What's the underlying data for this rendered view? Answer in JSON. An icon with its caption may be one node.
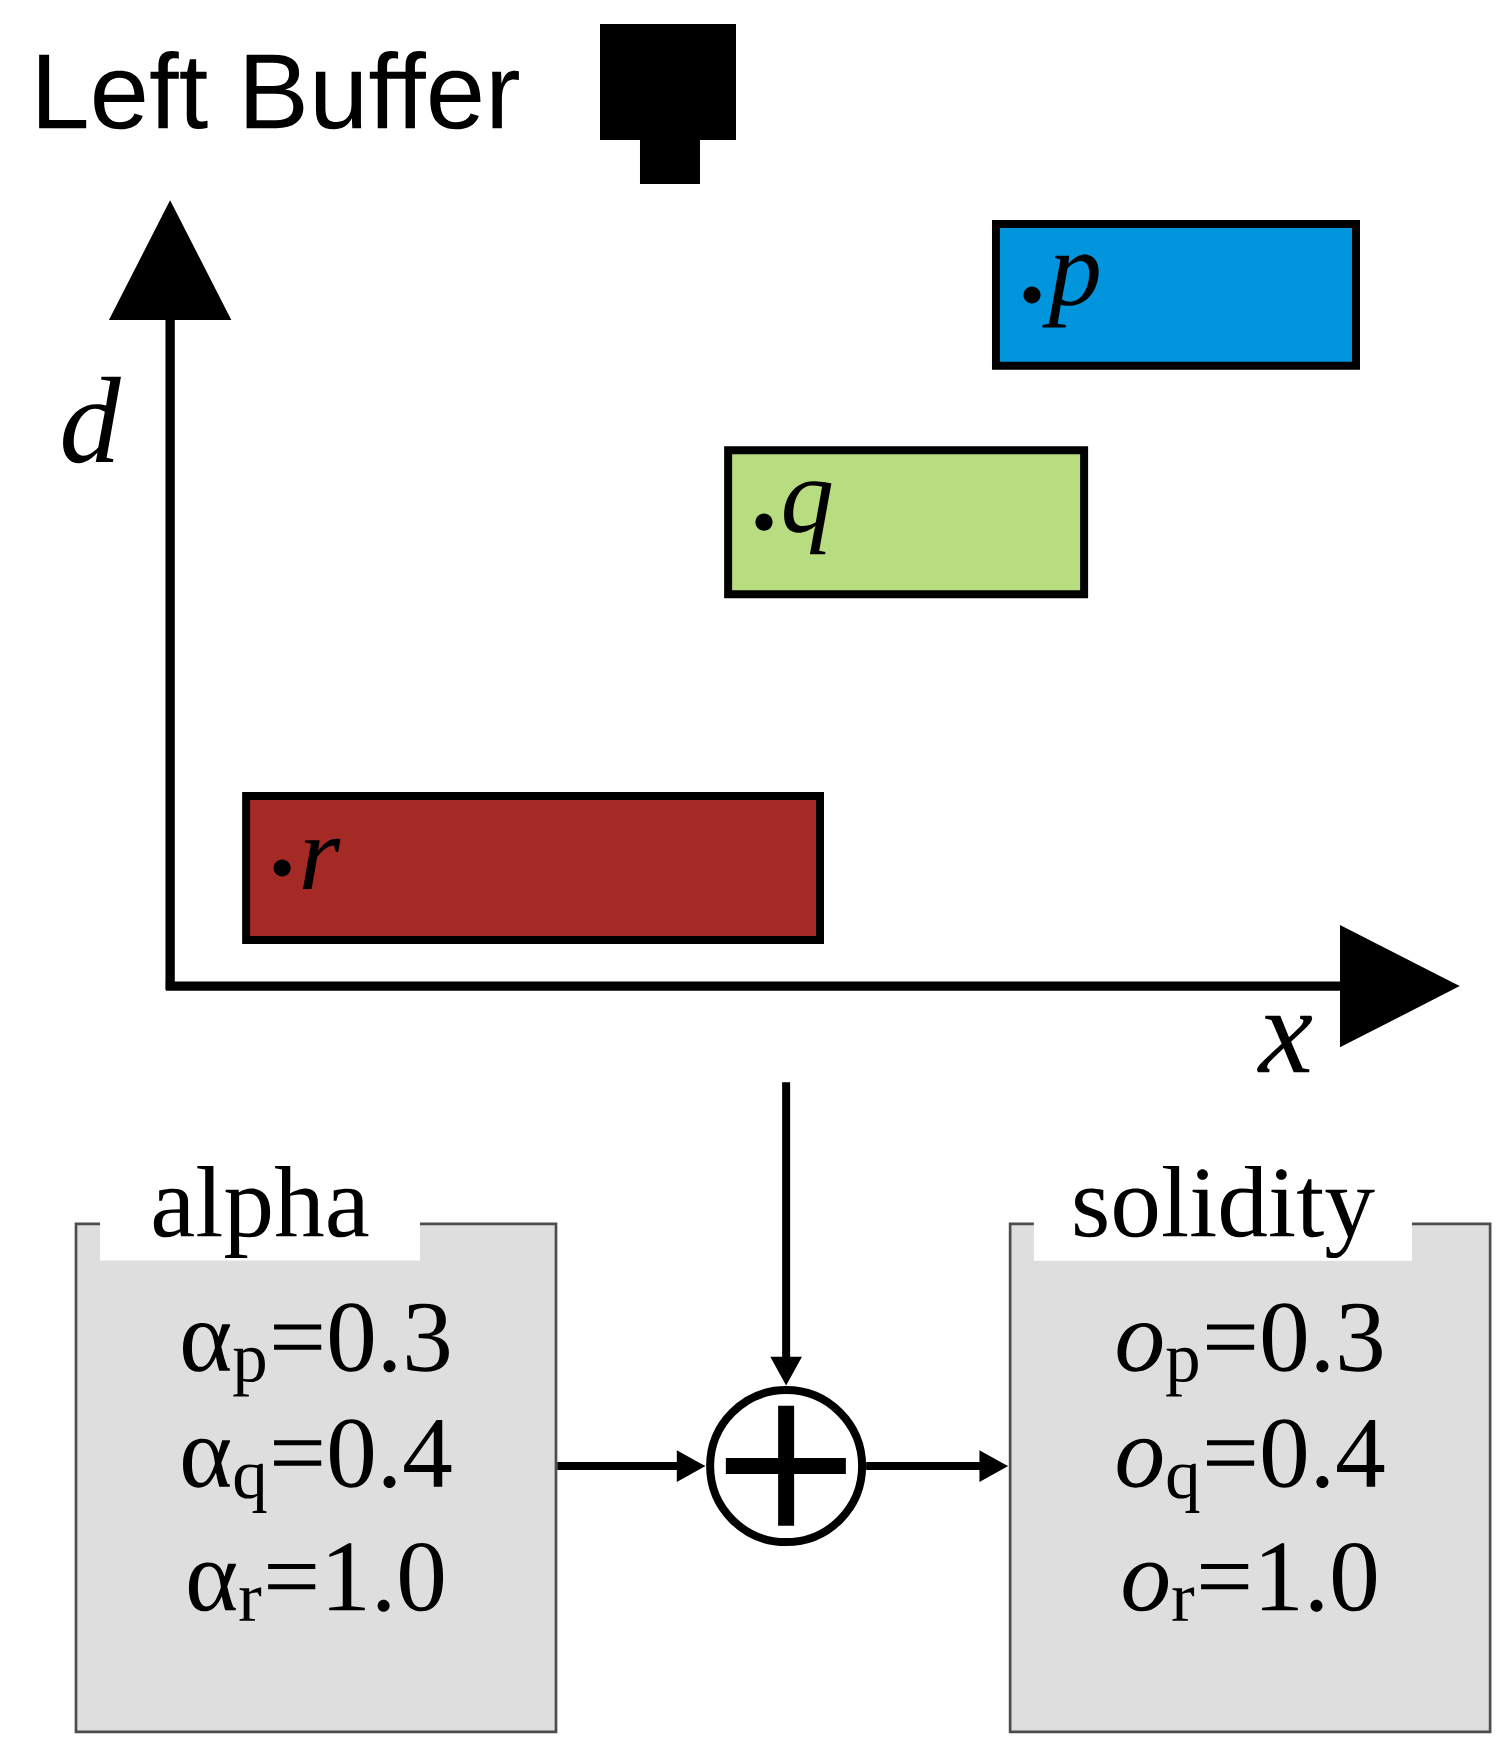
{
  "diagram": {
    "nodes": [
      {
        "text": [
          "*p*"
        ]
      },
      {
        "text": [
          "*q*"
        ]
      },
      {
        "text": [
          "*r*"
        ]
      },
      {
        "text": [
          "alpha",
          "α$_{p}$=0.3",
          "α$_{q}$=0.4",
          "α$_{r}$=1.0"
        ]
      },
      {
        "text": [],
        "shape": "circle"
      },
      {
        "text": [
          "solidity",
          "*o*$_{p}$=0.3",
          "*o*$_{q}$=0.4",
          "*o*$_{r}$=1.0"
        ]
      }
    ],
    "edges": [
      {
        "from": null,
        "to": 4,
        "arrow": "to"
      },
      {
        "from": 3,
        "to": 4,
        "arrow": "to"
      },
      {
        "from": 4,
        "to": 5,
        "arrow": "to"
      }
    ],
    "labels": [
      "Left Buffer",
      "*d*",
      "*x*"
    ]
  }
}
